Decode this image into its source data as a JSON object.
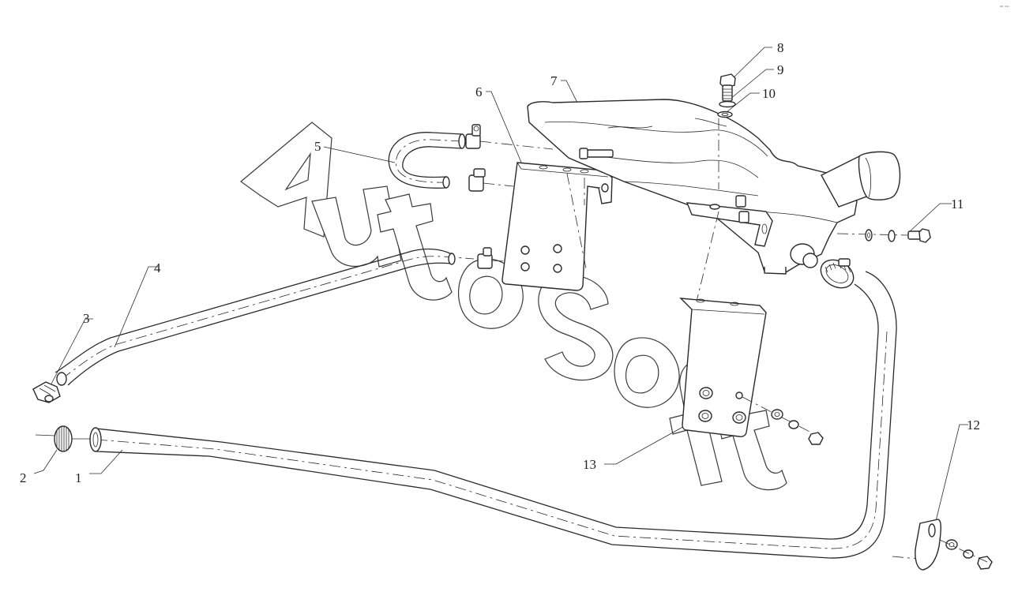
{
  "diagram": {
    "watermark": "AutoSoft",
    "corner_mark": "ⁿ⁰ ⁿⁿⁿ",
    "callouts": {
      "c1": "1",
      "c2": "2",
      "c3": "3",
      "c4": "4",
      "c5": "5",
      "c6": "6",
      "c7": "7",
      "c8": "8",
      "c9": "9",
      "c10": "10",
      "c11": "11",
      "c12": "12",
      "c13": "13"
    }
  }
}
